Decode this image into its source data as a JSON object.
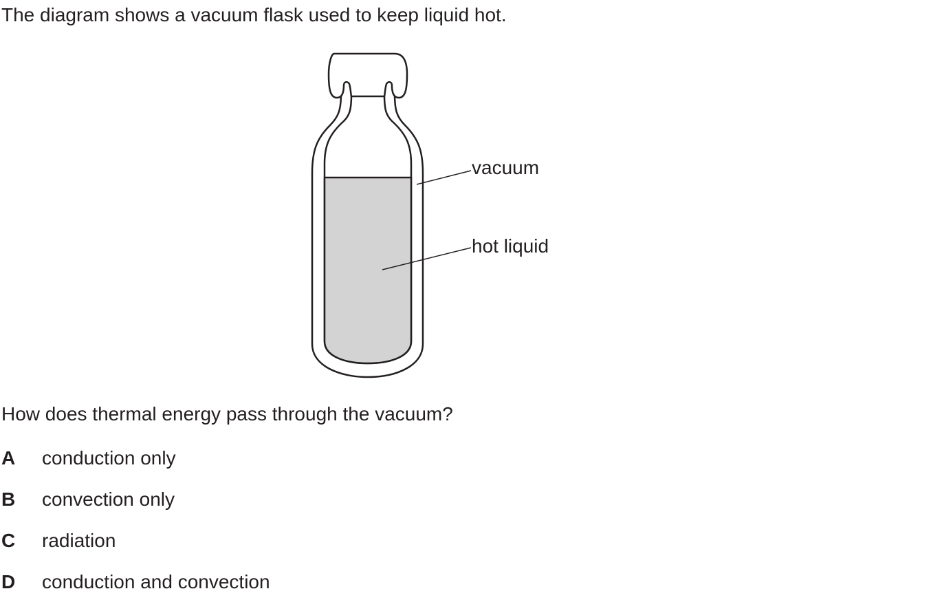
{
  "intro_text": "The diagram shows a vacuum flask used to keep liquid hot.",
  "diagram": {
    "labels": {
      "vacuum": "vacuum",
      "hot_liquid": "hot liquid"
    },
    "colors": {
      "outline": "#231f20",
      "liquid_fill": "#d3d3d3",
      "background": "#ffffff"
    }
  },
  "question_text": "How does thermal energy pass through the vacuum?",
  "options": [
    {
      "letter": "A",
      "text": "conduction only"
    },
    {
      "letter": "B",
      "text": "convection only"
    },
    {
      "letter": "C",
      "text": "radiation"
    },
    {
      "letter": "D",
      "text": "conduction and convection"
    }
  ]
}
